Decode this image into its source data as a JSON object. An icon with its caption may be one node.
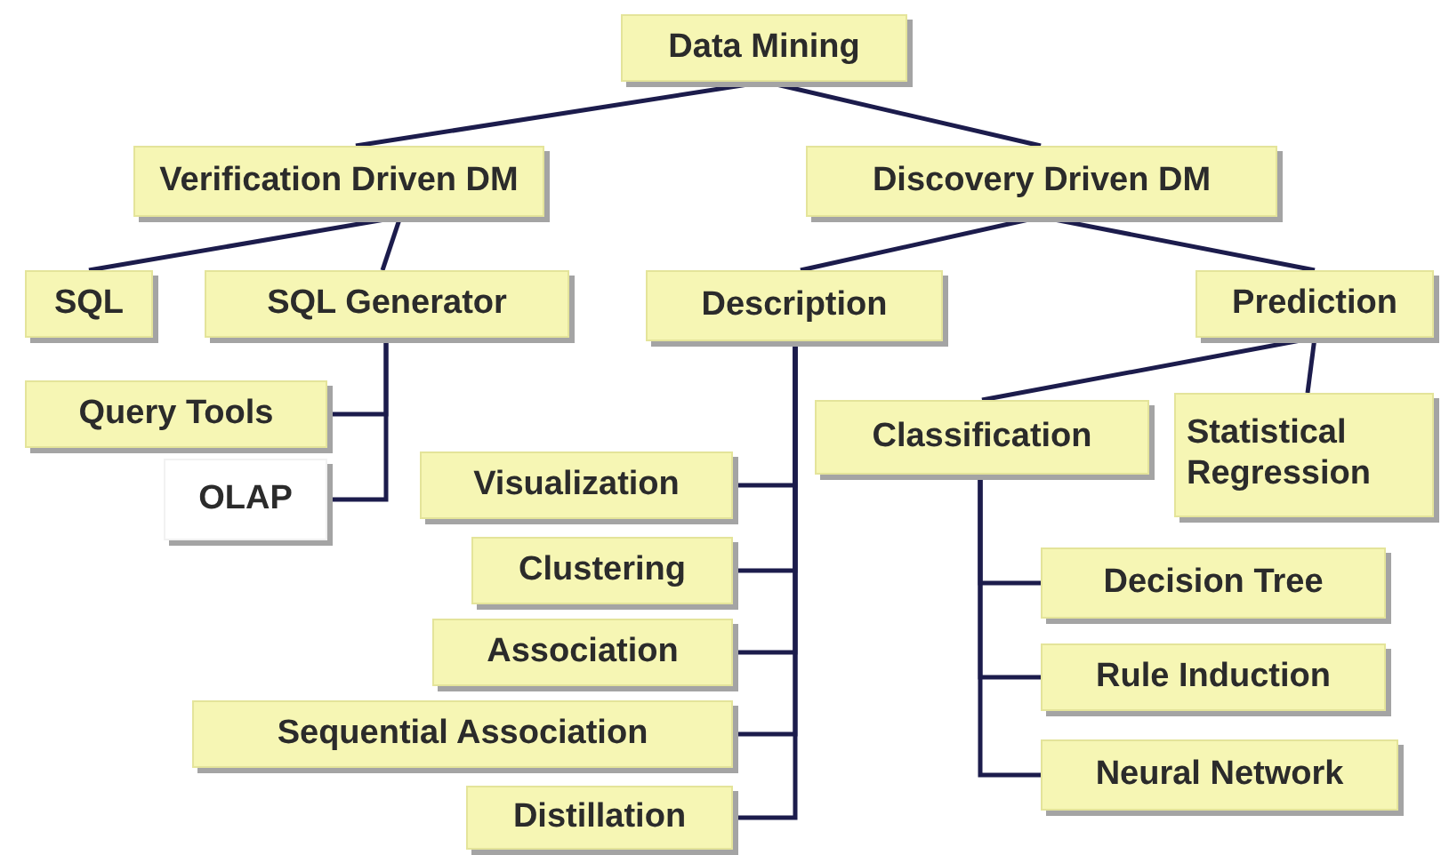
{
  "diagram": {
    "nodes": [
      {
        "text": [
          "Data Mining"
        ]
      },
      {
        "text": [
          "Verification Driven DM"
        ]
      },
      {
        "text": [
          "Discovery Driven DM"
        ]
      },
      {
        "text": [
          "SQL"
        ]
      },
      {
        "text": [
          "SQL Generator"
        ]
      },
      {
        "text": [
          "Description"
        ]
      },
      {
        "text": [
          "Prediction"
        ]
      },
      {
        "text": [
          "Query Tools"
        ]
      },
      {
        "text": [
          "OLAP"
        ]
      },
      {
        "text": [
          "Classification"
        ]
      },
      {
        "text": [
          "Statistical Regression"
        ]
      },
      {
        "text": [
          "Visualization"
        ]
      },
      {
        "text": [
          "Clustering"
        ]
      },
      {
        "text": [
          "Association"
        ]
      },
      {
        "text": [
          "Sequential Association"
        ]
      },
      {
        "text": [
          "Distillation"
        ]
      },
      {
        "text": [
          "Decision Tree"
        ]
      },
      {
        "text": [
          "Rule Induction"
        ]
      },
      {
        "text": [
          "Neural Network"
        ]
      }
    ],
    "edges": [
      {
        "from": 0,
        "to": 1,
        "arrow": "none"
      },
      {
        "from": 0,
        "to": 2,
        "arrow": "none"
      },
      {
        "from": 1,
        "to": 3,
        "arrow": "none"
      },
      {
        "from": 1,
        "to": 4,
        "arrow": "none"
      },
      {
        "from": 2,
        "to": 5,
        "arrow": "none"
      },
      {
        "from": 2,
        "to": 6,
        "arrow": "none"
      },
      {
        "from": 4,
        "to": 7,
        "arrow": "none"
      },
      {
        "from": 4,
        "to": 8,
        "arrow": "none"
      },
      {
        "from": 5,
        "to": 11,
        "arrow": "none"
      },
      {
        "from": 5,
        "to": 12,
        "arrow": "none"
      },
      {
        "from": 5,
        "to": 13,
        "arrow": "none"
      },
      {
        "from": 5,
        "to": 14,
        "arrow": "none"
      },
      {
        "from": 5,
        "to": 15,
        "arrow": "none"
      },
      {
        "from": 6,
        "to": 9,
        "arrow": "none"
      },
      {
        "from": 6,
        "to": 10,
        "arrow": "none"
      },
      {
        "from": 9,
        "to": 16,
        "arrow": "none"
      },
      {
        "from": 9,
        "to": 17,
        "arrow": "none"
      },
      {
        "from": 9,
        "to": 18,
        "arrow": "none"
      }
    ]
  }
}
